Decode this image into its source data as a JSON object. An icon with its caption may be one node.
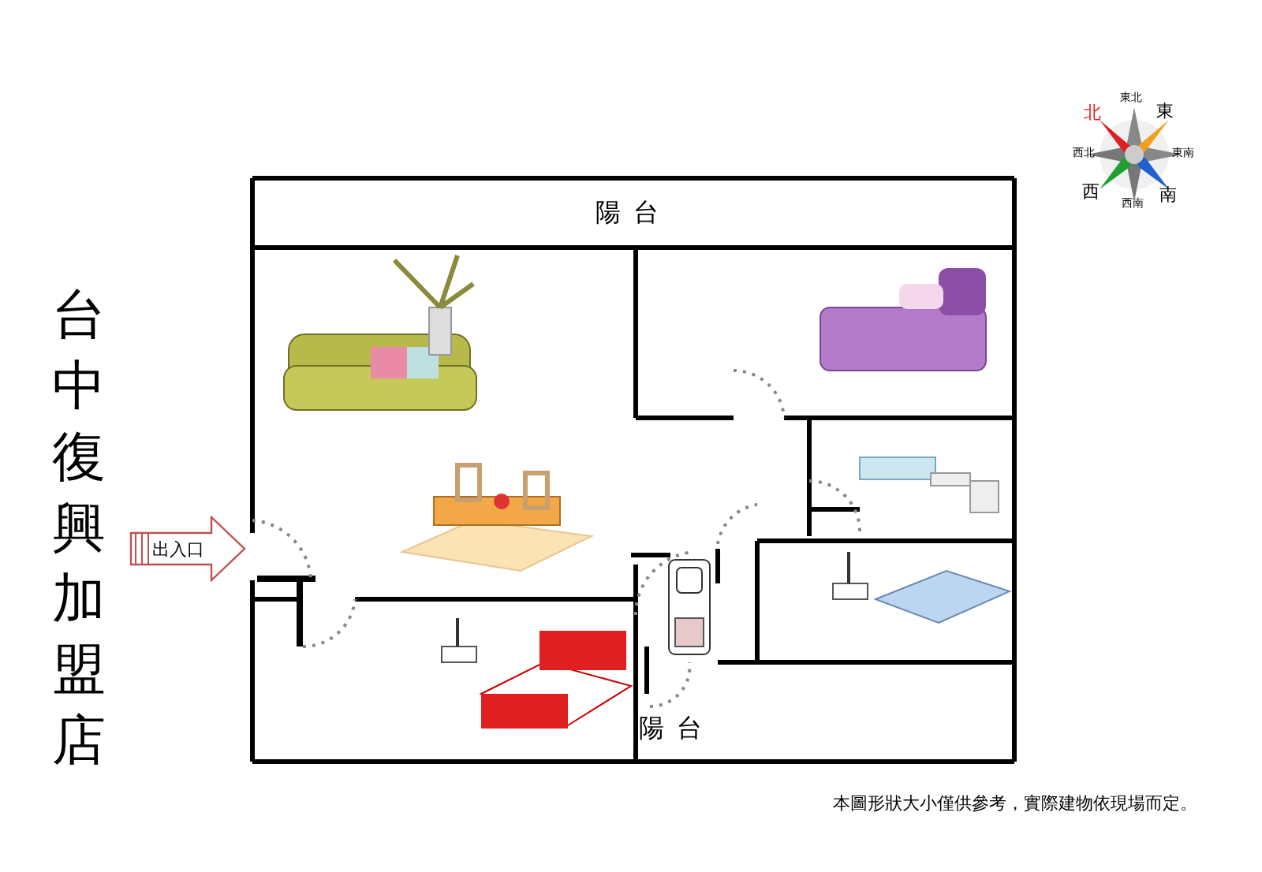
{
  "diagram": {
    "nodes": [
      {
        "text": [
          "陽台"
        ]
      },
      {
        "text": [
          "出入口"
        ]
      },
      {
        "text": [
          "陽台"
        ]
      }
    ],
    "labels": [
      "台中復興加盟店",
      "北",
      "東北",
      "東",
      "東南",
      "南",
      "西南",
      "西",
      "西北",
      "本圖形狀大小僅供參考，實際建物依現場而定。"
    ]
  }
}
